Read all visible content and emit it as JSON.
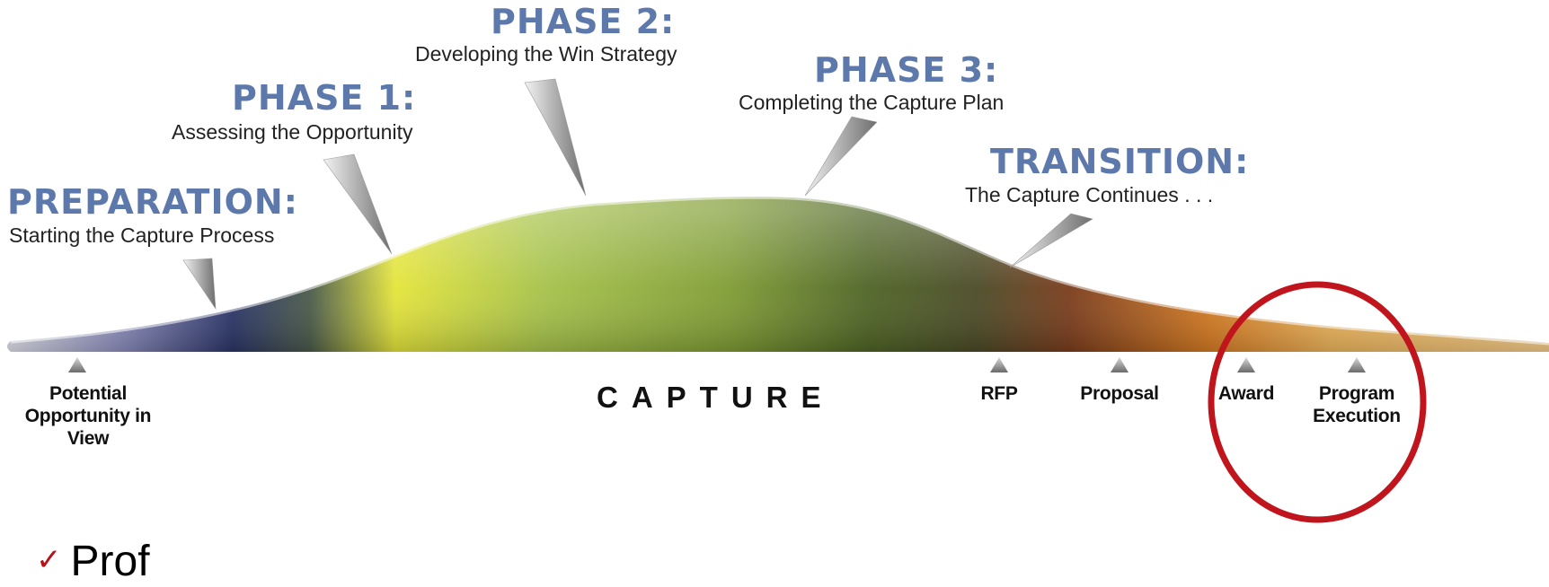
{
  "colors": {
    "phase_title": "#5d79ac",
    "subtitle": "#222222",
    "marker_label": "#111111",
    "capture_label": "#111111",
    "highlight_circle": "#c0151d",
    "check_mark": "#b5121b"
  },
  "phases": [
    {
      "title": "PREPARATION:",
      "subtitle": "Starting the Capture Process"
    },
    {
      "title": "PHASE 1:",
      "subtitle": "Assessing the Opportunity"
    },
    {
      "title": "PHASE 2:",
      "subtitle": "Developing the Win Strategy"
    },
    {
      "title": "PHASE 3:",
      "subtitle": "Completing the Capture Plan"
    },
    {
      "title": "TRANSITION:",
      "subtitle": "The Capture Continues . . ."
    }
  ],
  "markers": [
    {
      "label": "Potential Opportunity in View"
    },
    {
      "label": "RFP"
    },
    {
      "label": "Proposal"
    },
    {
      "label": "Award"
    },
    {
      "label": "Program Execution"
    }
  ],
  "main_label": "CAPTURE",
  "highlight": {
    "marks": [
      "Award",
      "Program Execution"
    ]
  },
  "footer": {
    "icon": "check-mark-icon",
    "text": "Prof"
  }
}
